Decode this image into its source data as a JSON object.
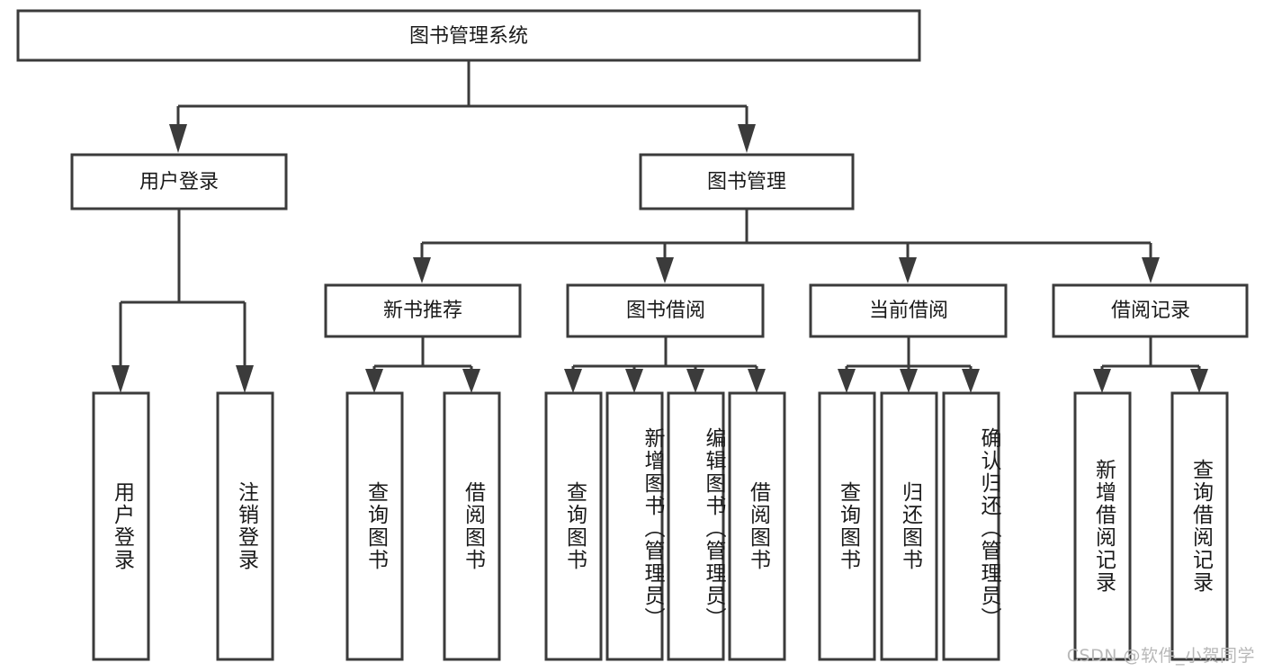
{
  "diagram": {
    "title": "图书管理系统",
    "watermark": "CSDN @软件_小贺同学",
    "colors": {
      "box_stroke": "#3b3b3b",
      "box_fill": "#ffffff",
      "text": "#1a1a1a",
      "watermark": "#b8b8b8",
      "background": "#ffffff"
    },
    "root": {
      "label": "图书管理系统"
    },
    "level2": [
      {
        "label": "用户登录"
      },
      {
        "label": "图书管理"
      }
    ],
    "level3": [
      {
        "label": "新书推荐"
      },
      {
        "label": "图书借阅"
      },
      {
        "label": "当前借阅"
      },
      {
        "label": "借阅记录"
      }
    ],
    "leaves": {
      "user_login": [
        {
          "label": "用户登录"
        },
        {
          "label": "注销登录"
        }
      ],
      "new_book": [
        {
          "label": "查询图书"
        },
        {
          "label": "借阅图书"
        }
      ],
      "book_borrow": [
        {
          "label": "查询图书"
        },
        {
          "label": "新增图书（管理员）"
        },
        {
          "label": "编辑图书（管理员）"
        },
        {
          "label": "借阅图书"
        }
      ],
      "current_borrow": [
        {
          "label": "查询图书"
        },
        {
          "label": "归还图书"
        },
        {
          "label": "确认归还（管理员）"
        }
      ],
      "borrow_record": [
        {
          "label": "新增借阅记录"
        },
        {
          "label": "查询借阅记录"
        }
      ]
    }
  }
}
